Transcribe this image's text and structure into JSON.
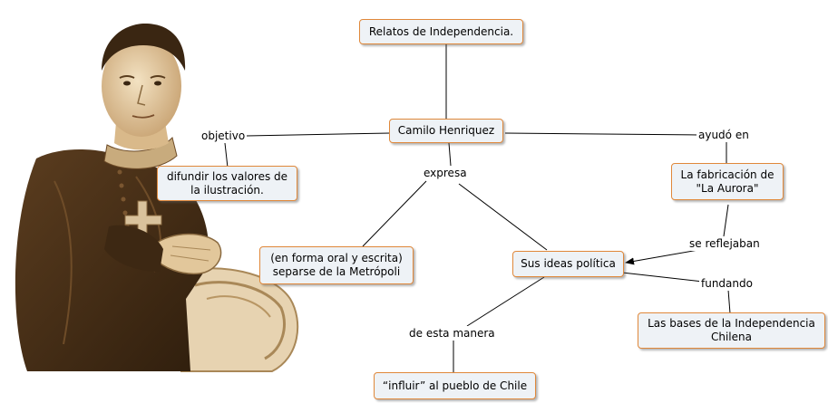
{
  "concept_map": {
    "concepts": {
      "relatos": "Relatos de Independencia.",
      "camilo": "Camilo Henriquez",
      "difundir": "difundir los valores de\nla ilustración.",
      "aurora": "La fabricación de\n\"La Aurora\"",
      "separarse": "(en forma oral y escrita)\nseparse de la Metrópoli",
      "ideas": "Sus ideas política",
      "bases": "Las bases de la Independencia\nChilena",
      "influir": "“influir” al pueblo de Chile"
    },
    "link_labels": {
      "objetivo": "objetivo",
      "expresa": "expresa",
      "ayudo_en": "ayudó en",
      "se_reflejaban": "se reflejaban",
      "fundando": "fundando",
      "de_esta_manera": "de esta manera"
    }
  },
  "portrait": {
    "icon": "portrait-engraving-icon"
  },
  "colors": {
    "node_border": "#e0883a",
    "node_fill": "#eef2f6",
    "line": "#000000",
    "sepia_light": "#d8bf95",
    "sepia_dark": "#3a2612"
  }
}
